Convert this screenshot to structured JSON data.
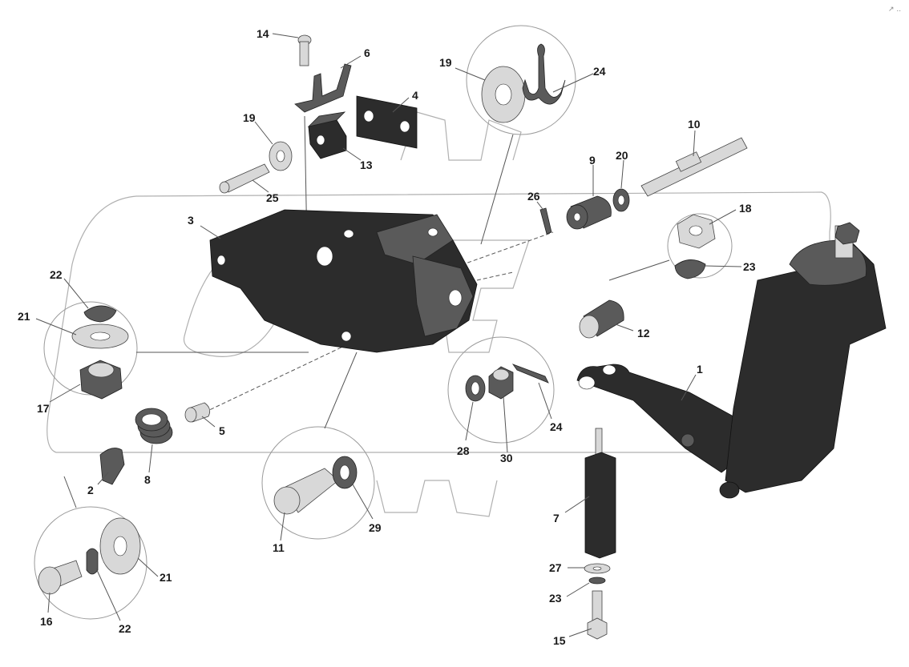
{
  "corner_mark": "↗ ..",
  "parts": {
    "p1": "1",
    "p2": "2",
    "p3": "3",
    "p4": "4",
    "p5": "5",
    "p6": "6",
    "p7": "7",
    "p8": "8",
    "p9": "9",
    "p10": "10",
    "p11": "11",
    "p12": "12",
    "p13": "13",
    "p14": "14",
    "p15": "15",
    "p16": "16",
    "p17": "17",
    "p18": "18",
    "p19a": "19",
    "p19b": "19",
    "p20": "20",
    "p21a": "21",
    "p21b": "21",
    "p22a": "22",
    "p22b": "22",
    "p23a": "23",
    "p23b": "23",
    "p24a": "24",
    "p24b": "24",
    "p25": "25",
    "p26": "26",
    "p27": "27",
    "p28": "28",
    "p29": "29",
    "p30": "30"
  }
}
